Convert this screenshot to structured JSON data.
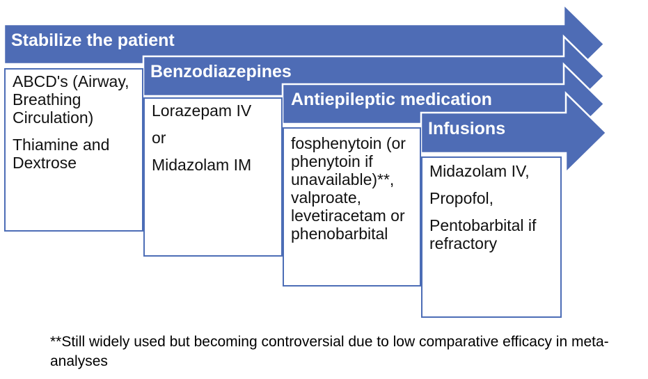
{
  "diagram": {
    "steps": [
      {
        "label": "Stabilize the patient",
        "details": [
          "ABCD's (Airway, Breathing Circulation)",
          "Thiamine and Dextrose"
        ]
      },
      {
        "label": "Benzodiazepines",
        "details": [
          "Lorazepam IV",
          "or",
          "Midazolam IM"
        ]
      },
      {
        "label": "Antiepileptic medication",
        "details": [
          "fosphenytoin (or phenytoin if unavailable)**, valproate, levetiracetam or phenobarbital"
        ]
      },
      {
        "label": "Infusions",
        "details": [
          "Midazolam IV,",
          "Propofol,",
          "Pentobarbital if refractory"
        ]
      }
    ],
    "footnote": "**Still widely used but becoming controversial due to low comparative efficacy in meta-analyses",
    "colors": {
      "arrow_fill": "#4E6CB5",
      "arrow_outline": "#FFFFFF",
      "box_border": "#4C6DB6",
      "arrow_label_text": "#FFFFFF",
      "body_text": "#111111"
    }
  }
}
